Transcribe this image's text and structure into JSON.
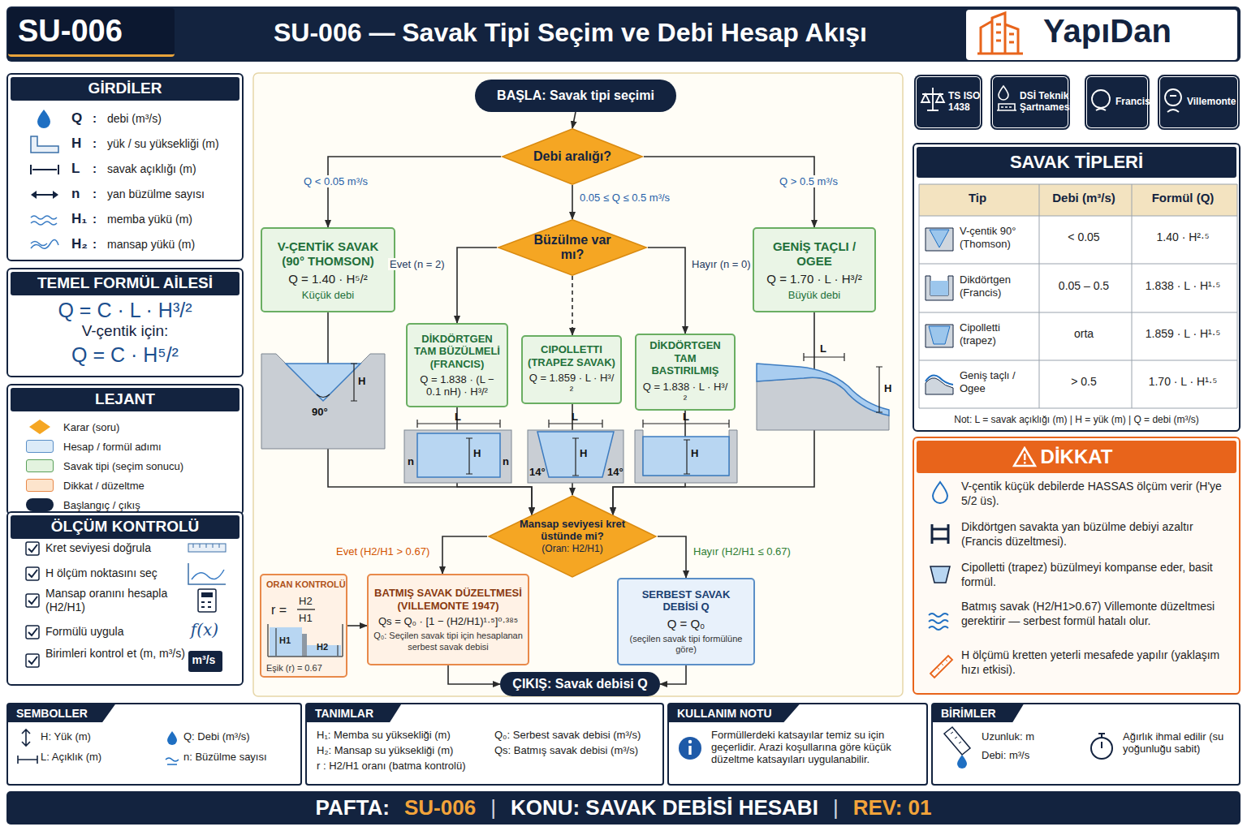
{
  "diagram": {
    "title": "SU-006 — Savak Tipi Seçim ve Debi Hesap Akışı",
    "nodes": [
      {
        "text": [
          "SU-006"
        ]
      },
      {
        "text": [
          "GİRDİLER",
          "Q",
          ":",
          "debi (m³/s)",
          "H",
          ":",
          "yük / su yüksekliği (m)",
          "L",
          ":",
          "savak açıklığı (m)",
          "n",
          ":",
          "yan büzülme sayısı",
          "H₁",
          ":",
          "memba yükü (m)",
          "H₂",
          ":",
          "mansap yükü (m)"
        ]
      },
      {
        "text": [
          "TEMEL FORMÜL AİLESİ",
          "Q = C · L · H³/²",
          "V-çentik için:",
          "Q = C · H⁵/²"
        ]
      },
      {
        "text": [
          "LEJANT"
        ]
      },
      {
        "text": [
          "ÖLÇÜM KONTROLÜ",
          "Kret seviyesi doğrula",
          "H ölçüm noktasını seç",
          "Mansap oranını hesapla (H2/H1)",
          "Formülü uygula",
          "Birimleri kontrol et (m, m³/s)"
        ]
      },
      {
        "text": [
          "TS ISO 1438"
        ]
      },
      {
        "text": [
          "DSİ Teknik Şartnamesi"
        ]
      },
      {
        "text": [
          "Francis"
        ]
      },
      {
        "text": [
          "Villemonte"
        ]
      },
      {
        "text": [
          "SAVAK TİPLERİ"
        ]
      },
      {
        "text": [
          "DİKKAT",
          "V-çentik küçük debilerde HASSAS ölçüm verir (H'ye 5/2 üs).",
          "Dikdörtgen savakta yan büzülme debiyi azaltır (Francis düzeltmesi).",
          "Cipolletti (trapez) büzülmeyi kompanse eder, basit formül.",
          "Batmış savak (H2/H1>0.67) Villemonte düzeltmesi gerektirir — serbest formül hatalı olur.",
          "H ölçümü kretten yeterli mesafede yapılır (yaklaşım hızı etkisi)."
        ]
      },
      {
        "text": [
          "BAŞLA: Savak tipi seçimi"
        ]
      },
      {
        "text": [
          "Debi aralığı?"
        ]
      },
      {
        "text": [
          "V-ÇENTİK SAVAK (90° THOMSON)",
          "Q = 1.40 · H⁵/²",
          "Küçük debi"
        ]
      },
      {
        "text": [
          "Büzülme var mı?"
        ]
      },
      {
        "text": [
          "GENİŞ TAÇLI / OGEE",
          "Q = 1.70 · L · H³/²",
          "Büyük debi"
        ]
      },
      {
        "text": [
          "DİKDÖRTGEN TAM BÜZÜLMELİ (FRANCIS)",
          "Q = 1.838 · (L − 0.1 nH) · H³/²"
        ]
      },
      {
        "text": [
          "CIPOLLETTI (TRAPEZ SAVAK)",
          "Q = 1.859 · L · H³/²"
        ]
      },
      {
        "text": [
          "DİKDÖRTGEN TAM BASTIRILMIŞ",
          "Q = 1.838 · L · H³/²"
        ]
      },
      {
        "text": [
          "Mansap seviyesi kret üstünde mi?",
          "(Oran: H2/H1)"
        ]
      },
      {
        "text": [
          "ORAN KONTROLÜ",
          "r =",
          "H2",
          "H1",
          "H1",
          "H2",
          "Eşik (r) = 0.67"
        ]
      },
      {
        "text": [
          "BATMIŞ SAVAK DÜZELTMESİ (VILLEMONTE 1947)",
          "Qs = Q₀ · [1 − (H2/H1)¹·⁵]⁰·³⁸⁵",
          "Q₀: Seçilen savak tipi için hesaplanan serbest savak debisi"
        ]
      },
      {
        "text": [
          "SERBEST SAVAK DEBİSİ Q",
          "Q = Q₀",
          "(seçilen savak tipi formülüne göre)"
        ]
      },
      {
        "text": [
          "ÇIKIŞ: Savak debisi Q"
        ]
      },
      {
        "text": [
          "SEMBOLLER",
          "H: Yük (m)",
          "Q: Debi (m³/s)",
          "L: Açıklık (m)",
          "n: Büzülme sayısı"
        ]
      },
      {
        "text": [
          "TANIMLAR",
          "H₁: Memba su yüksekliği (m)",
          "Q₀: Serbest savak debisi (m³/s)",
          "H₂: Mansap su yüksekliği (m)",
          "Qs: Batmış savak debisi (m³/s)",
          "r : H2/H1 oranı (batma kontrolü)"
        ]
      },
      {
        "text": [
          "KULLANIM NOTU",
          "Formüllerdeki katsayılar temiz su için geçerlidir. Arazi koşullarına göre küçük düzeltme katsayıları uygulanabilir."
        ]
      },
      {
        "text": [
          "BİRİMLER",
          "Uzunluk: m",
          "Debi: m³/s",
          "Ağırlık ihmal edilir (su yoğunluğu sabit)"
        ]
      },
      {
        "text": [
          "PAFTA:",
          "SU-006",
          "|",
          "KONU: SAVAK DEBİSİ HESABI",
          "|",
          "REV: 01"
        ]
      }
    ],
    "edges": [
      {
        "from": 11,
        "to": 12,
        "arrow": "to"
      },
      {
        "from": 12,
        "to": 13,
        "label": "Q < 0.05 m³/s",
        "arrow": "to"
      },
      {
        "from": 12,
        "to": 14,
        "label": "0.05 ≤ Q ≤ 0.5 m³/s",
        "arrow": "to"
      },
      {
        "from": 12,
        "to": 15,
        "label": "Q > 0.5 m³/s",
        "arrow": "to"
      },
      {
        "from": 14,
        "to": 16,
        "label": "Evet (n = 2)",
        "arrow": "to"
      },
      {
        "from": 14,
        "to": 17,
        "arrow": "to"
      },
      {
        "from": 14,
        "to": 18,
        "label": "Hayır (n = 0)",
        "arrow": "to"
      },
      {
        "from": 13,
        "to": 19,
        "arrow": "to"
      },
      {
        "from": 16,
        "to": 19,
        "arrow": "to"
      },
      {
        "from": 17,
        "to": 19,
        "arrow": "to"
      },
      {
        "from": 18,
        "to": 19,
        "arrow": "to"
      },
      {
        "from": 15,
        "to": 19,
        "arrow": "to"
      },
      {
        "from": 19,
        "to": 21,
        "label": "Evet (H2/H1 > 0.67)",
        "arrow": "to"
      },
      {
        "from": 19,
        "to": 22,
        "label": "Hayır (H2/H1 ≤ 0.67)",
        "arrow": "to"
      },
      {
        "from": 20,
        "to": 21,
        "arrow": "to"
      },
      {
        "from": 21,
        "to": 23,
        "arrow": "to"
      },
      {
        "from": 22,
        "to": 23,
        "arrow": "to"
      }
    ],
    "labels": [
      "YapıDan",
      "H",
      "90°",
      "L",
      "n",
      "H",
      "n",
      "L",
      "H",
      "14°",
      "14°",
      "L",
      "H",
      "L",
      "H",
      "Tip",
      "Debi (m³/s)",
      "Formül (Q)",
      "V-çentik 90° (Thomson)",
      "< 0.05",
      "1.40 · H²·⁵",
      "Dikdörtgen (Francis)",
      "0.05 – 0.5",
      "1.838 · L · H¹·⁵",
      "Cipolletti (trapez)",
      "orta",
      "1.859 · L · H¹·⁵",
      "Geniş taçlı / Ogee",
      "> 0.5",
      "1.70 · L · H¹·⁵",
      "Not: L = savak açıklığı (m) | H = yük (m) | Q = debi (m³/s)",
      "f(x)",
      "m³/s"
    ],
    "legend": [
      {
        "text": "Karar (soru)",
        "color": "#f5a623"
      },
      {
        "text": "Hesap / formül adımı",
        "color": "#dcebf8"
      },
      {
        "text": "Savak tipi (seçim sonucu)",
        "color": "#e3f3df"
      },
      {
        "text": "Dikkat / düzeltme",
        "color": "#fde4cc"
      },
      {
        "text": "Başlangıç / çıkış",
        "color": "#13233f"
      }
    ]
  }
}
